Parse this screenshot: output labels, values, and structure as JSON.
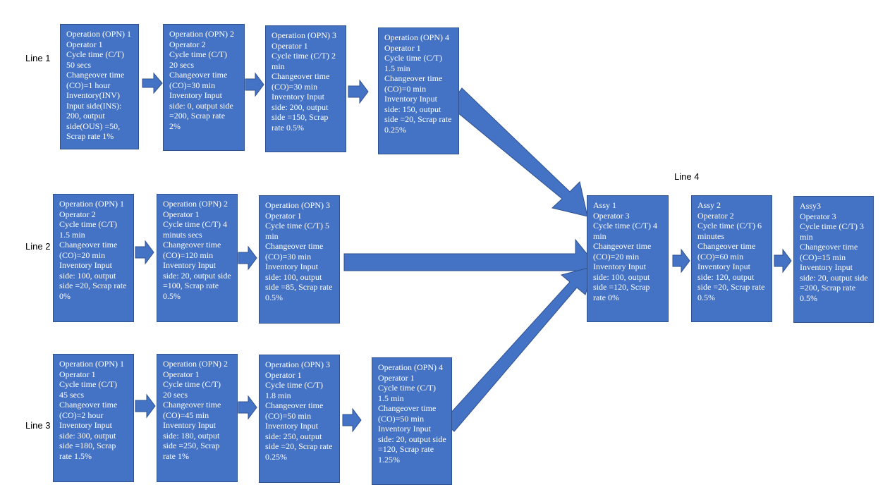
{
  "lines": {
    "line1": "Line 1",
    "line2": "Line 2",
    "line3": "Line 3",
    "line4": "Line 4"
  },
  "line1": {
    "op1": "Operation (OPN) 1\nOperator 1\nCycle time (C/T)\n50 secs\nChangeover time\n(CO)=1 hour\nInventory(INV)\nInput side(INS):\n200, output\nside(OUS) =50,\nScrap rate 1%",
    "op2": "Operation (OPN) 2\nOperator 2\nCycle time (C/T)\n20 secs\nChangeover time\n(CO)=30 min\nInventory Input\nside: 0, output side\n=200, Scrap rate\n2%",
    "op3": "Operation (OPN) 3\nOperator 1\nCycle time (C/T) 2\nmin\nChangeover time\n(CO)=30 min\nInventory Input\nside: 200, output\nside =150, Scrap\nrate 0.5%",
    "op4": "Operation (OPN) 4\nOperator 1\nCycle time (C/T)\n1.5 min\nChangeover time\n(CO)=0 min\nInventory Input\nside: 150, output\nside =20, Scrap rate\n0.25%"
  },
  "line2": {
    "op1": "Operation (OPN) 1\nOperator 2\nCycle time (C/T)\n1.5 min\nChangeover time\n(CO)=20 min\nInventory Input\nside: 100, output\nside =20, Scrap rate\n0%",
    "op2": "Operation (OPN) 2\nOperator 1\nCycle time (C/T) 4\nminuts secs\nChangeover time\n(CO)=120 min\nInventory Input\nside: 20, output side\n=100, Scrap rate\n0.5%",
    "op3": "Operation (OPN) 3\nOperator 1\nCycle time (C/T) 5\nmin\nChangeover time\n(CO)=30 min\nInventory Input\nside: 100, output\nside =85, Scrap rate\n0.5%"
  },
  "line3": {
    "op1": "Operation (OPN) 1\nOperator 1\nCycle time (C/T)\n45 secs\nChangeover time\n(CO)=2 hour\nInventory Input\nside: 300, output\nside =180, Scrap\nrate 1.5%",
    "op2": "Operation (OPN) 2\nOperator 1\nCycle time (C/T)\n20 secs\nChangeover time\n(CO)=45 min\nInventory Input\nside: 180, output\nside =250, Scrap\nrate 1%",
    "op3": "Operation (OPN) 3\nOperator 1\nCycle time (C/T)\n1.8  min\nChangeover time\n(CO)=50 min\nInventory Input\nside: 250, output\nside =20, Scrap rate\n0.25%",
    "op4": "Operation (OPN) 4\nOperator 1\nCycle time (C/T)\n1.5 min\nChangeover time\n(CO)=50 min\nInventory Input\nside: 20, output side\n=120, Scrap rate\n1.25%"
  },
  "line4": {
    "assy1": "Assy 1\nOperator 3\nCycle time (C/T) 4\nmin\nChangeover time\n(CO)=20 min\nInventory Input\nside: 100, output\nside =120, Scrap\nrate 0%",
    "assy2": "Assy 2\nOperator 2\nCycle time (C/T) 6\nminutes\nChangeover time\n(CO)=60 min\nInventory Input\nside: 120, output\nside =20, Scrap rate\n0.5%",
    "assy3": "Assy3\nOperator 3\nCycle time (C/T) 3\nmin\nChangeover time\n(CO)=15 min\nInventory Input\nside: 20, output side\n=200, Scrap rate\n0.5%"
  },
  "colors": {
    "box_fill": "#4472c4",
    "box_border": "#2f528f",
    "text": "#ffffff"
  }
}
